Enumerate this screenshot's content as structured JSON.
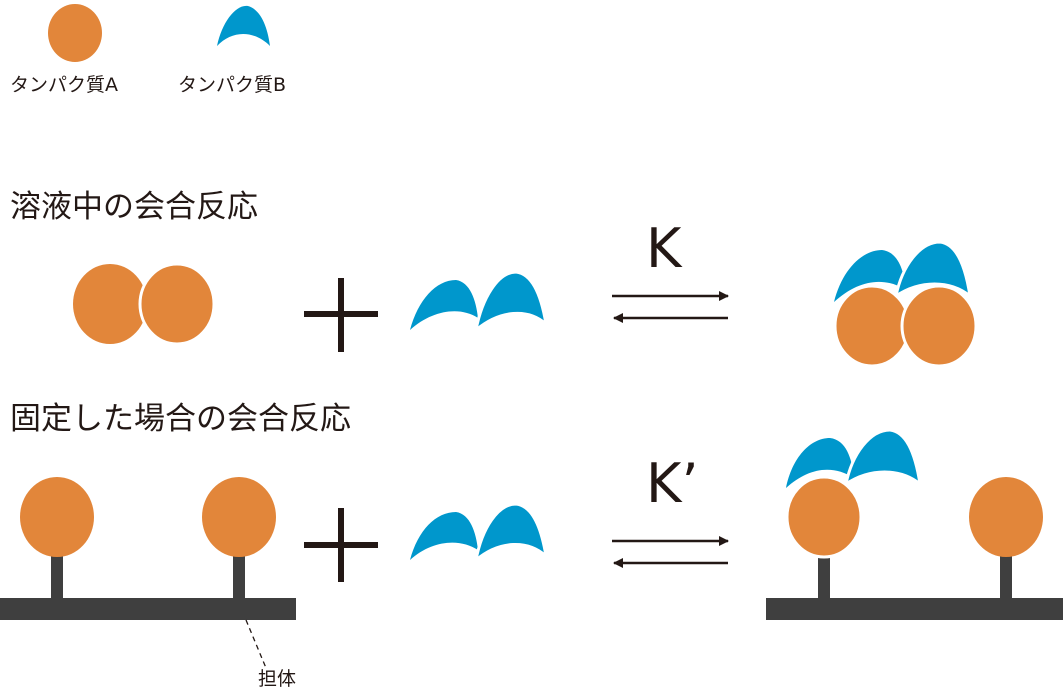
{
  "legend": {
    "protein_a": "タンパク質A",
    "protein_b": "タンパク質B"
  },
  "sections": {
    "solution": {
      "title": "溶液中の会合反応",
      "constant": "K"
    },
    "immobilized": {
      "title": "固定した場合の会合反応",
      "constant": "K’"
    }
  },
  "support_label": "担体",
  "colors": {
    "protein_a": "#e2863a",
    "protein_b": "#0097cc",
    "support": "#3f3f3f",
    "arrow": "#231815",
    "text": "#231815"
  }
}
